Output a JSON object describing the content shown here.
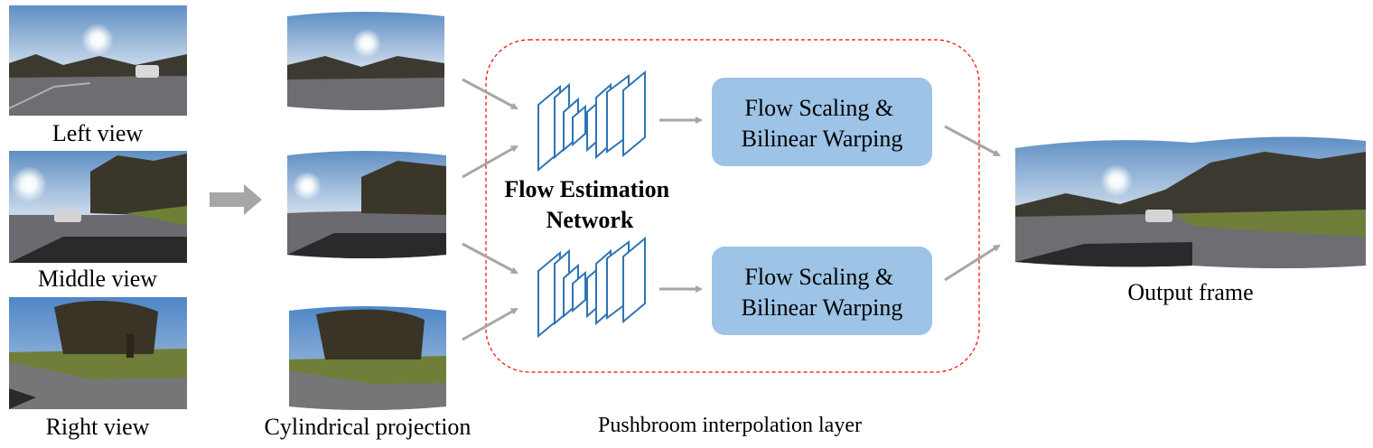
{
  "labels": {
    "left_view": "Left view",
    "middle_view": "Middle view",
    "right_view": "Right view",
    "cylindrical": "Cylindrical projection",
    "flow_net_line1": "Flow Estimation",
    "flow_net_line2": "Network",
    "warp_top_line1": "Flow Scaling &",
    "warp_top_line2": "Bilinear Warping",
    "warp_bottom_line1": "Flow Scaling &",
    "warp_bottom_line2": "Bilinear Warping",
    "layer": "Pushbroom interpolation layer",
    "output": "Output frame"
  },
  "colors": {
    "arrow": "#a6a6a6",
    "box_fill": "#9dc3e6",
    "network_stroke": "#2e75b6",
    "dashed_border": "#ff0000",
    "sky": "#7fa4c8",
    "road": "#6e6e72",
    "grass": "#6f7f3a",
    "trees": "#3d3a2e"
  }
}
